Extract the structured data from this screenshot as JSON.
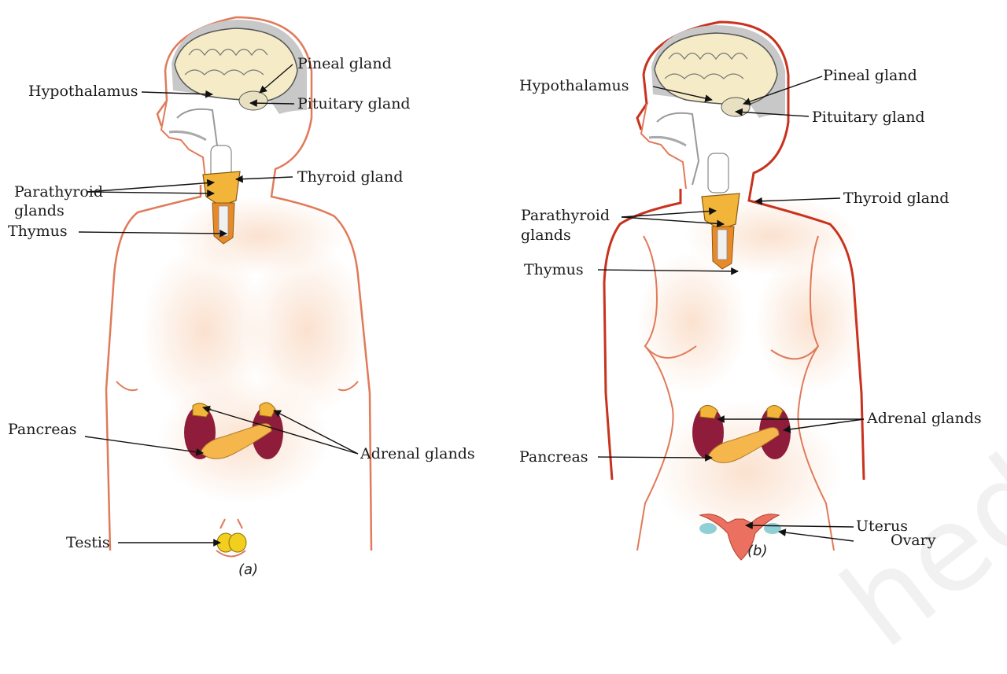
{
  "figure_a": {
    "caption": "(a)",
    "labels": {
      "pineal": "Pineal gland",
      "hypothalamus": "Hypothalamus",
      "pituitary": "Pituitary gland",
      "thyroid": "Thyroid gland",
      "parathyroid_1": "Parathyroid",
      "parathyroid_2": "glands",
      "thymus": "Thymus",
      "pancreas": "Pancreas",
      "adrenal": "Adrenal glands",
      "testis": "Testis"
    }
  },
  "figure_b": {
    "caption": "(b)",
    "labels": {
      "hypothalamus": "Hypothalamus",
      "pineal": "Pineal gland",
      "pituitary": "Pituitary gland",
      "thyroid": "Thyroid gland",
      "parathyroid_1": "Parathyroid",
      "parathyroid_2": "glands",
      "thymus": "Thymus",
      "adrenal": "Adrenal glands",
      "pancreas": "Pancreas",
      "uterus": "Uterus",
      "ovary": "Ovary"
    }
  },
  "watermark": "hed",
  "colors": {
    "outline": "#e07a5a",
    "outline_female": "#c8321e",
    "skin_shade": "#fbe1cf",
    "brain": "#f5ecc7",
    "gland_orange": "#f2b53a",
    "kidney": "#8e1c3a",
    "uterus": "#ec7060",
    "ovary": "#8fd0d6",
    "testis": "#f2cf1e"
  }
}
